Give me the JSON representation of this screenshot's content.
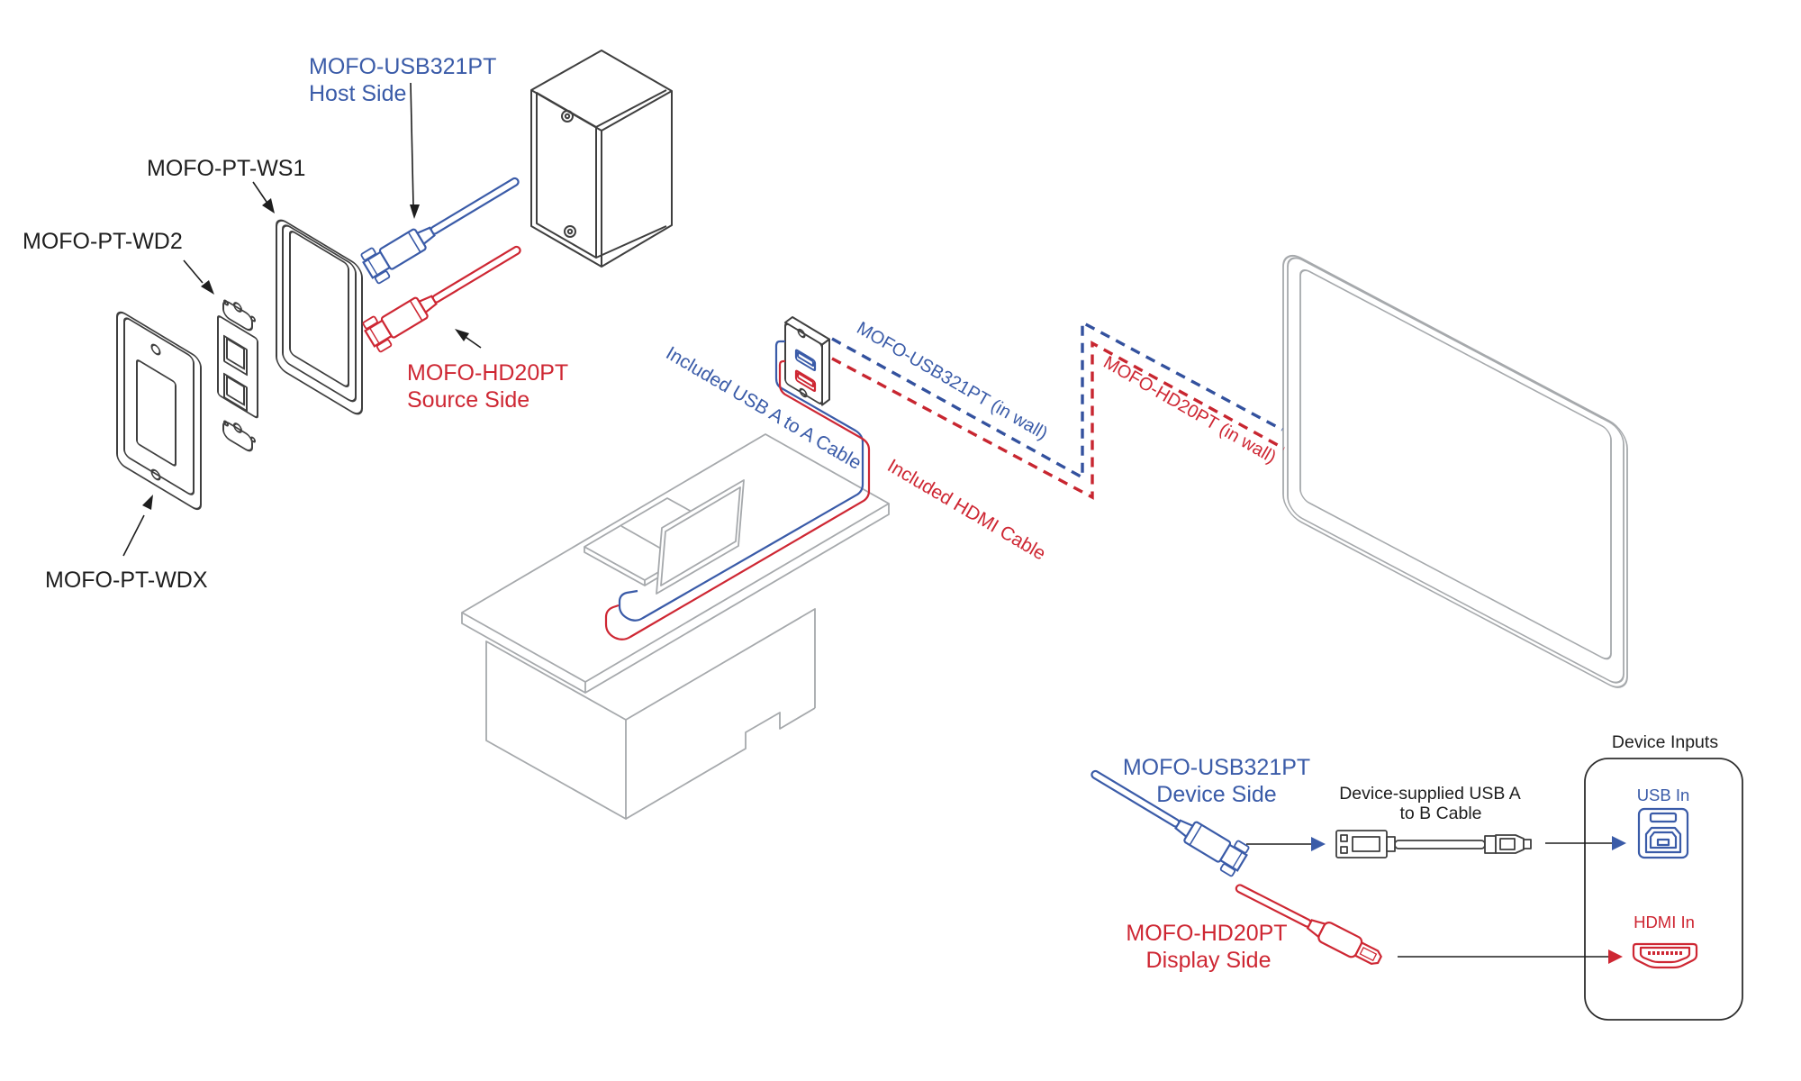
{
  "colors": {
    "accent_blue": "#3A5BA8",
    "accent_red": "#CE2733",
    "text_black": "#1E1E1E",
    "furniture_gray": "#A6A9AC",
    "hardware_dark": "#3F3F3F"
  },
  "labels": {
    "host_side": {
      "line1": "MOFO-USB321PT",
      "line2": "Host Side"
    },
    "frame": "MOFO-PT-WS1",
    "insert": "MOFO-PT-WD2",
    "wallplate": "MOFO-PT-WDX",
    "source_side": {
      "line1": "MOFO-HD20PT",
      "line2": "Source Side"
    },
    "usb_a_to_a": "Included USB A to A Cable",
    "hdmi_cable": "Included HDMI Cable",
    "usb_in_wall": "MOFO-USB321PT (in wall)",
    "hdmi_in_wall": "MOFO-HD20PT (in wall)",
    "device_side": {
      "line1": "MOFO-USB321PT",
      "line2": "Device Side"
    },
    "display_side": {
      "line1": "MOFO-HD20PT",
      "line2": "Display Side"
    },
    "usb_ab_cable": {
      "line1": "Device-supplied USB A",
      "line2": "to B Cable"
    },
    "device_inputs": "Device Inputs",
    "usb_in": "USB In",
    "hdmi_in": "HDMI In"
  }
}
